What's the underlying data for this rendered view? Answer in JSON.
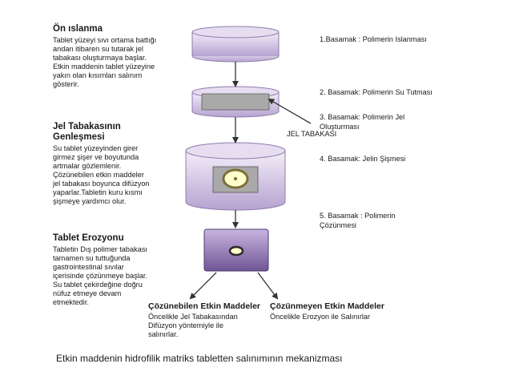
{
  "colors": {
    "body_top": "#f3eef9",
    "body_bottom": "#b6a2d0",
    "rim": "#e6ddf1",
    "outline": "#8f7cad",
    "erosion_top": "#c8b4e0",
    "erosion_bottom": "#6f5595",
    "core_fill": "#ffffcc",
    "core_ring": "#7d6e36",
    "inner_box": "#a9a9a9",
    "arrow": "#333333"
  },
  "left_column": {
    "hydration": {
      "title": "Ön ıslanma",
      "text": "Tablet yüzeyi sıvı ortama battığı\nandan itibaren su tutarak jel\ntabakası oluşturmaya başlar.\nEtkin maddenin tablet yüzeyine\nyakın olan kısımları salınım\ngösterir."
    },
    "swelling": {
      "title": "Jel Tabakasının\nGenleşmesi",
      "text": "Su tablet yüzeyinden girer\ngirmez şişer ve boyutunda\nartmalar gözlemlenir.\nÇözünebilen etkin maddeler\njel tabakası boyunca difüzyon\nyaparlar.Tabletin kuru kısmı\nşişmeye yardımcı olur."
    },
    "erosion": {
      "title": "Tablet Erozyonu",
      "text": "Tabletin Dış polimer tabakası\ntamamen su tuttuğunda\ngastrointestinal sıvılar\niçerisinde çözünmeye başlar.\nSu tablet çekirdeğine doğru\nnüfuz etmeye devam\netmektedir."
    }
  },
  "steps": [
    {
      "text": "1.Basamak : Polimerin Islanması"
    },
    {
      "text": "2. Basamak: Polimerin Su Tutması"
    },
    {
      "text": "3. Basamak: Polimerin Jel\n                   Oluşturması"
    },
    {
      "text": "4. Basamak: Jelin Şişmesi"
    },
    {
      "text": "5. Basamak : Polimerin\n                   Çözünmesi"
    }
  ],
  "gel_layer_label": "JEL TABAKASI",
  "outputs": {
    "soluble": {
      "title": "Çözünebilen Etkin Maddeler",
      "text": "Öncelikle Jel Tabakasından\nDifüzyon yöntemiyle ile\nsalınırlar."
    },
    "insoluble": {
      "title": "Çözünmeyen Etkin Maddeler",
      "text": "Öncelikle Erozyon ile Salınırlar"
    }
  },
  "caption": "Etkin maddenin hidrofilik matriks tabletten salınımının mekanizması"
}
